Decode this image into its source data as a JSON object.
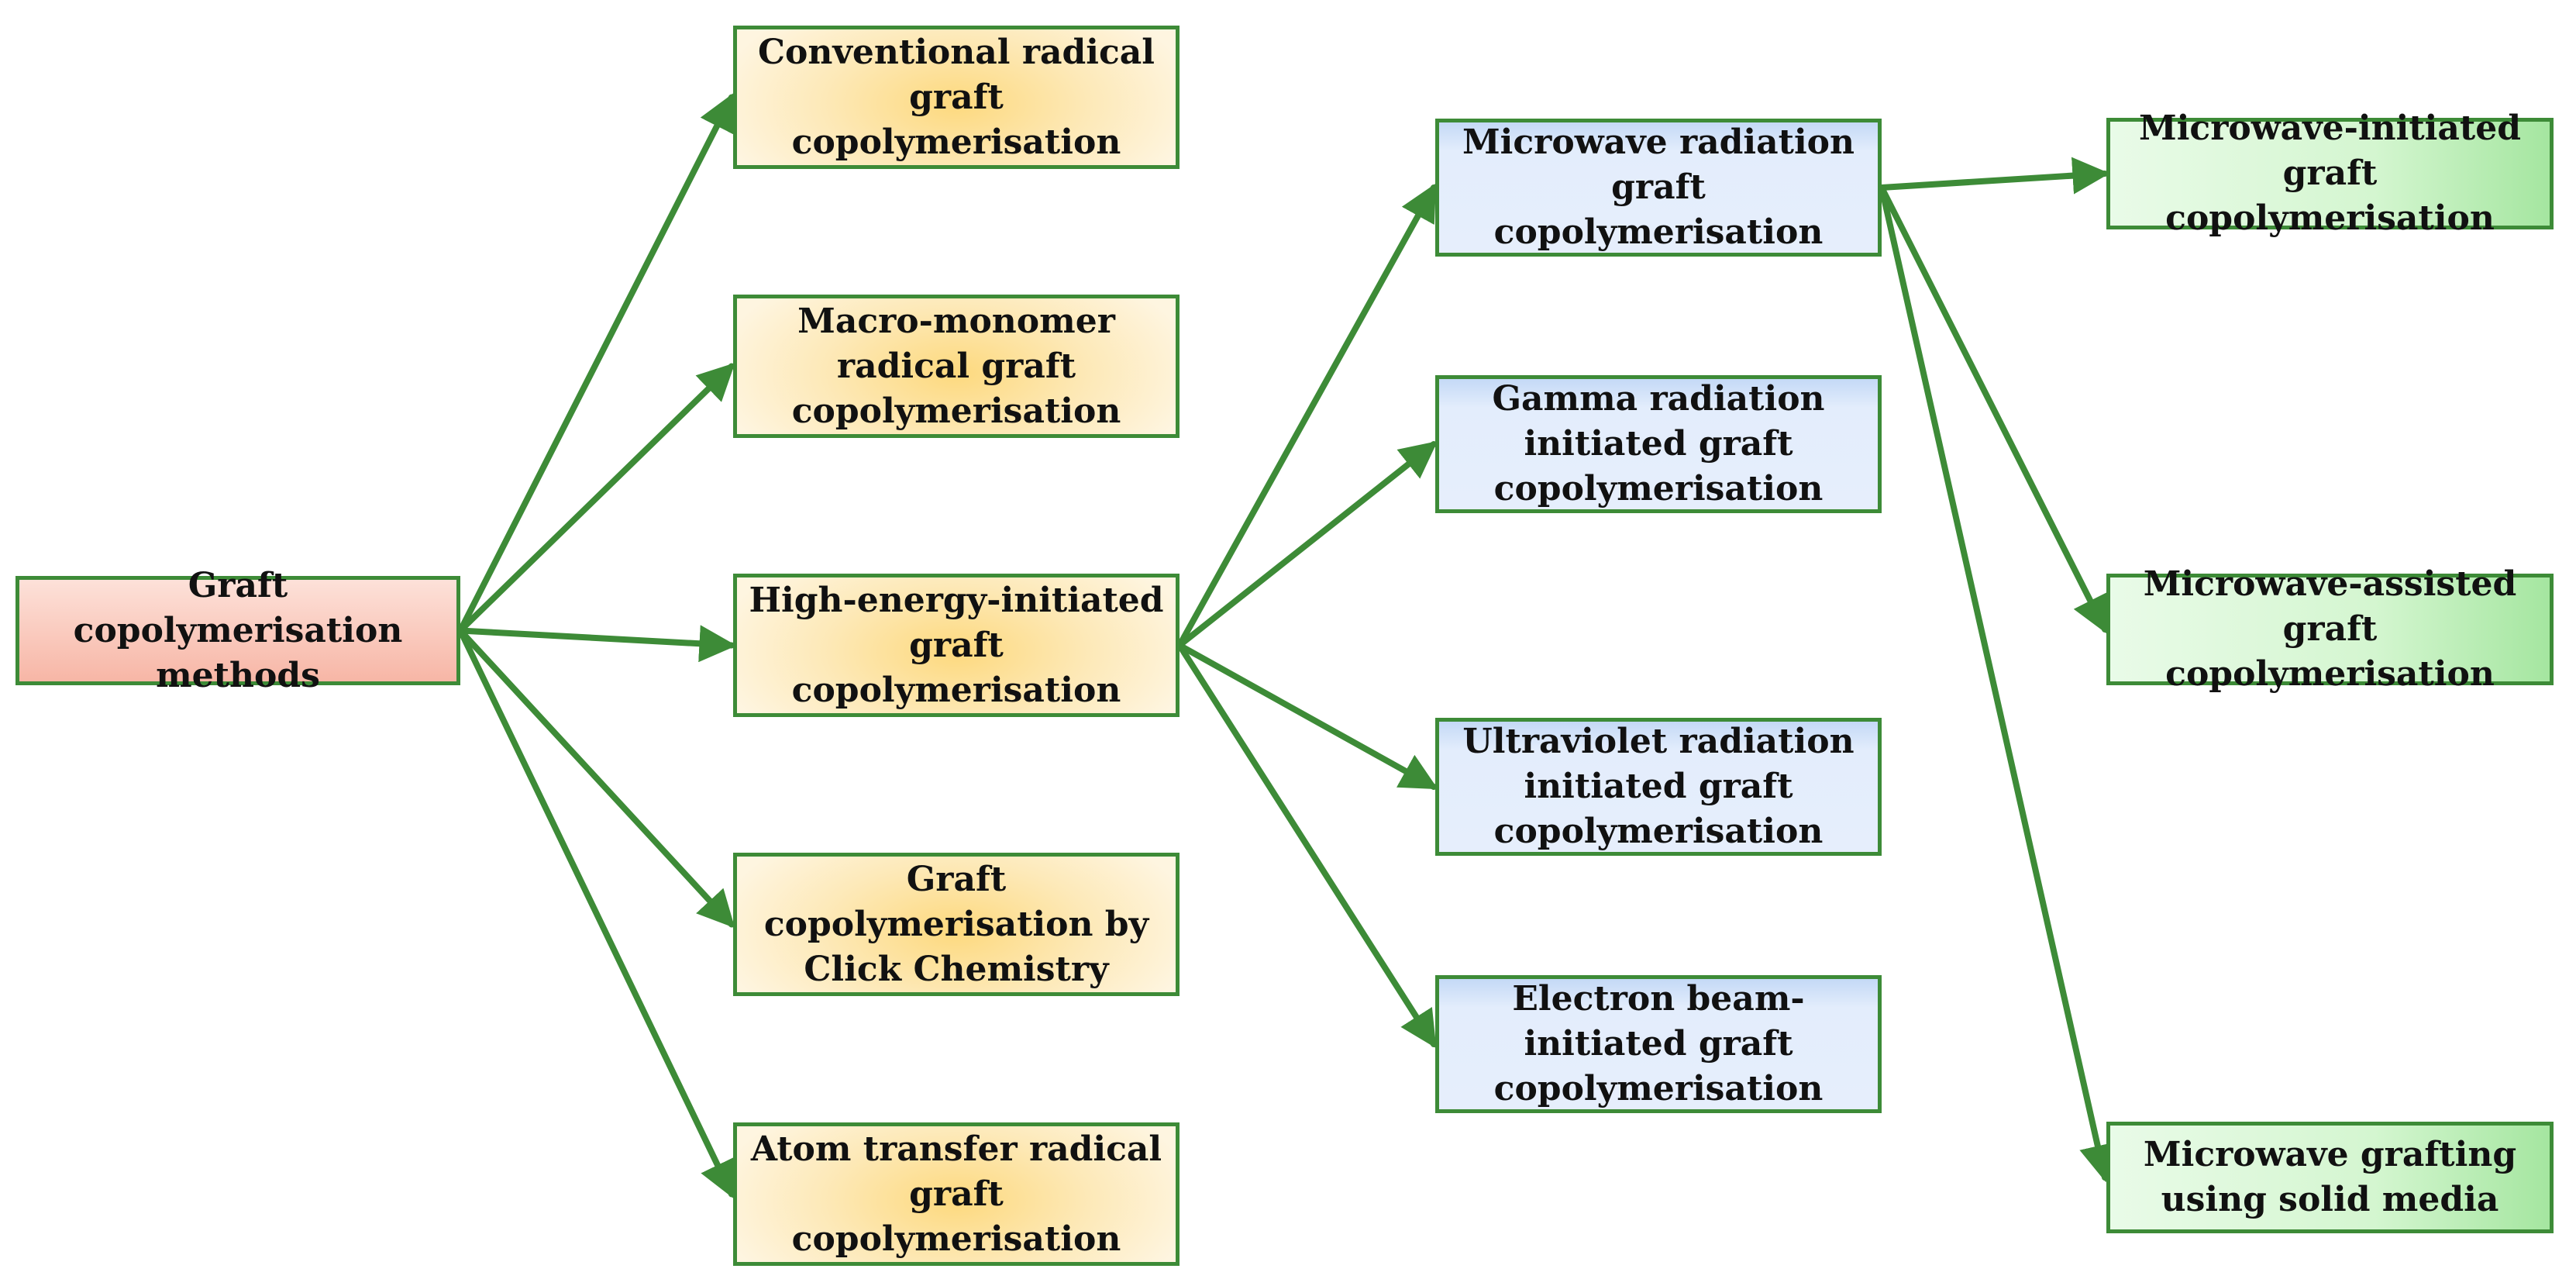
{
  "colors": {
    "connector": "#3d8b37",
    "root_fill": "#f7b6a6",
    "level1_fill": "#fde9b8",
    "level2_fill": "#e3edfc",
    "level3_fill": "#d4f6d0"
  },
  "nodes": {
    "root": {
      "label": "Graft copolymerisation methods"
    },
    "conventional": {
      "label": "Conventional radical graft copolymerisation"
    },
    "macro": {
      "label": "Macro-monomer radical graft copolymerisation"
    },
    "high_energy": {
      "label": "High-energy-initiated graft copolymerisation"
    },
    "click": {
      "label": "Graft copolymerisation by Click Chemistry"
    },
    "atom": {
      "label": "Atom transfer radical graft copolymerisation"
    },
    "microwave_radiation": {
      "label": "Microwave radiation graft copolymerisation"
    },
    "gamma": {
      "label": "Gamma radiation initiated graft copolymerisation"
    },
    "uv": {
      "label": "Ultraviolet radiation initiated graft copolymerisation"
    },
    "electron": {
      "label": "Electron beam-initiated graft copolymerisation"
    },
    "mw_initiated": {
      "label": "Microwave-initiated graft copolymerisation"
    },
    "mw_assisted": {
      "label": "Microwave-assisted graft copolymerisation"
    },
    "mw_solid": {
      "label": "Microwave grafting using solid media"
    }
  },
  "edges": [
    {
      "from": "root",
      "to": "conventional"
    },
    {
      "from": "root",
      "to": "macro"
    },
    {
      "from": "root",
      "to": "high_energy"
    },
    {
      "from": "root",
      "to": "click"
    },
    {
      "from": "root",
      "to": "atom"
    },
    {
      "from": "high_energy",
      "to": "microwave_radiation"
    },
    {
      "from": "high_energy",
      "to": "gamma"
    },
    {
      "from": "high_energy",
      "to": "uv"
    },
    {
      "from": "high_energy",
      "to": "electron"
    },
    {
      "from": "microwave_radiation",
      "to": "mw_initiated"
    },
    {
      "from": "microwave_radiation",
      "to": "mw_assisted"
    },
    {
      "from": "microwave_radiation",
      "to": "mw_solid"
    }
  ]
}
